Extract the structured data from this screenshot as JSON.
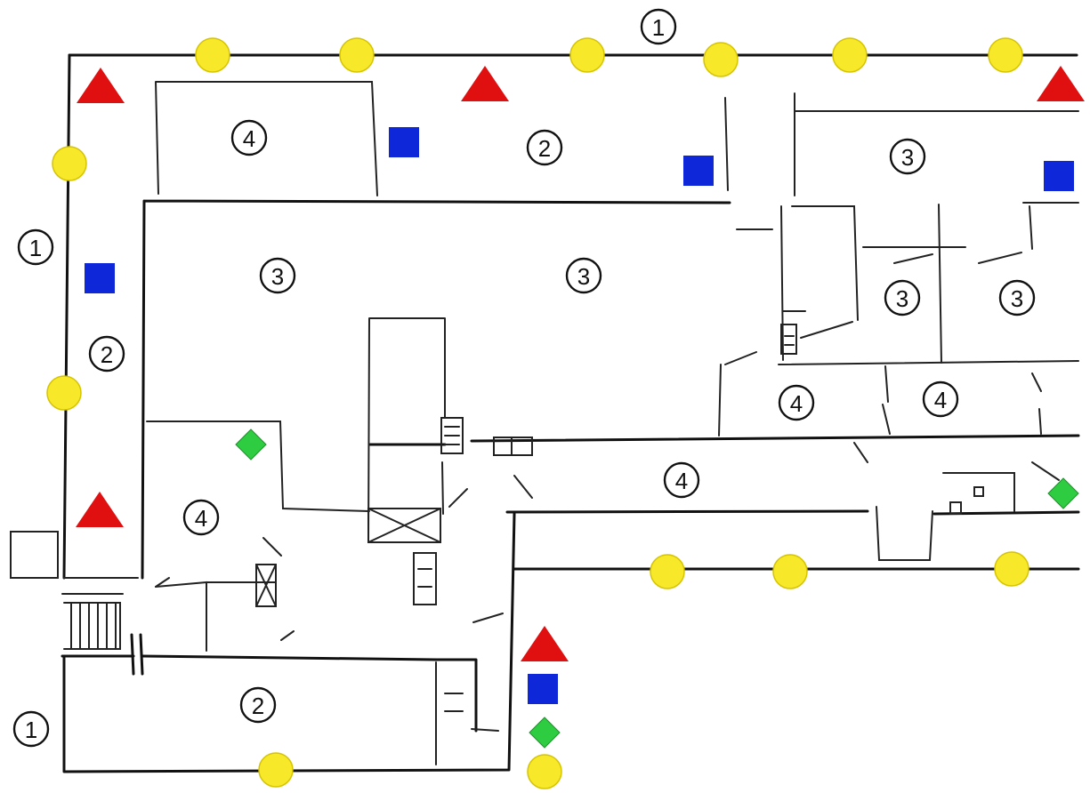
{
  "colors": {
    "circle_marker": "#F7E92A",
    "circle_stroke": "#D6C400",
    "triangle_marker": "#E01010",
    "square_marker": "#0D27D9",
    "diamond_marker": "#2ECC40",
    "diamond_stroke": "#1E8F2C",
    "wall": "#111111"
  },
  "icons": {
    "circle": "yellow-circle-icon",
    "triangle": "red-triangle-icon",
    "square": "blue-square-icon",
    "diamond": "green-diamond-icon"
  },
  "zone_labels": [
    {
      "text": "1"
    },
    {
      "text": "1"
    },
    {
      "text": "1"
    },
    {
      "text": "2"
    },
    {
      "text": "2"
    },
    {
      "text": "2"
    },
    {
      "text": "3"
    },
    {
      "text": "3"
    },
    {
      "text": "3"
    },
    {
      "text": "3"
    },
    {
      "text": "3"
    },
    {
      "text": "4"
    },
    {
      "text": "4"
    },
    {
      "text": "4"
    },
    {
      "text": "4"
    },
    {
      "text": "4"
    }
  ]
}
